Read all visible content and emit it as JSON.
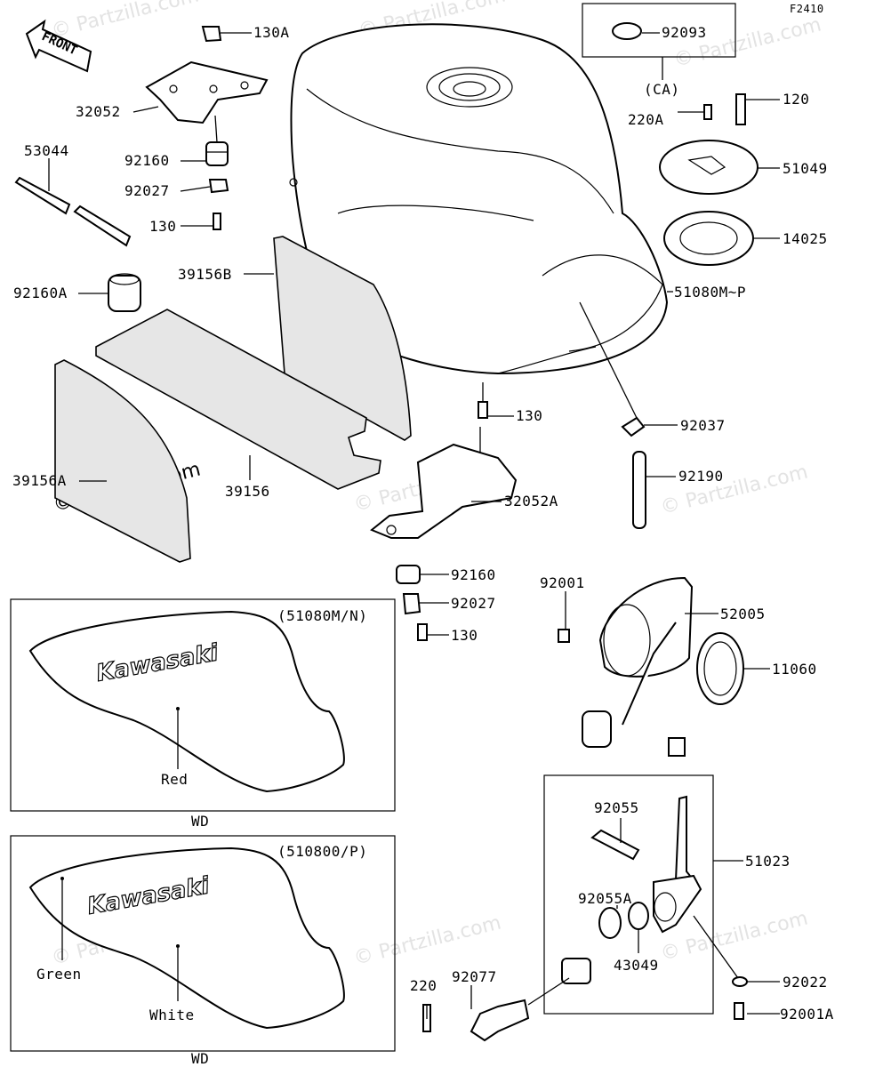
{
  "diagram_code": "F2410",
  "watermark": "© Partzilla.com",
  "direction_label": "FRONT",
  "logo_text": "Kawasaki",
  "part_labels": {
    "p92093": "92093",
    "ca": "(CA)",
    "p130A": "130A",
    "p120": "120",
    "p220A": "220A",
    "p32052": "32052",
    "p51049": "51049",
    "p53044": "53044",
    "p92160_top": "92160",
    "p92027_top": "92027",
    "p14025": "14025",
    "p130_top": "130",
    "p39156B": "39156B",
    "p92160A": "92160A",
    "p51080MP": "51080M~P",
    "p130_mid": "130",
    "p92037": "92037",
    "p39156A": "39156A",
    "p39156": "39156",
    "p92190": "92190",
    "p32052A": "32052A",
    "p92160_mid": "92160",
    "p92001": "92001",
    "p92027_mid": "92027",
    "p52005": "52005",
    "p130_low": "130",
    "p11060": "11060",
    "p51023": "51023",
    "p92055": "92055",
    "p92055A": "92055A",
    "p92077": "92077",
    "p92022": "92022",
    "p220": "220",
    "p43049": "43049",
    "p92001A": "92001A"
  },
  "insets": [
    {
      "code": "(51080M/N)",
      "caption": "WD",
      "colors": [
        "Red"
      ]
    },
    {
      "code": "(510800/P)",
      "caption": "WD",
      "colors": [
        "Green",
        "White"
      ]
    }
  ]
}
